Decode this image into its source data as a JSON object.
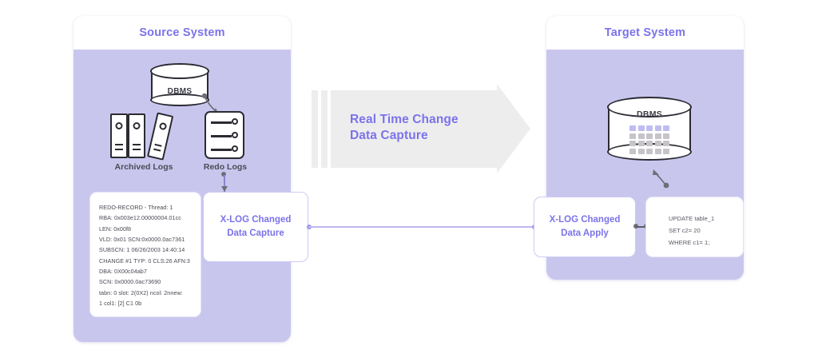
{
  "diagram": {
    "title_accent_color": "#7b73ea",
    "panel_fill_color": "#c9c6ee",
    "arrow_fill_color": "#ededed"
  },
  "source_panel": {
    "title": "Source System",
    "dbms": {
      "label": "DBMS",
      "icon": "database-cylinder-icon"
    },
    "archived_logs": {
      "label": "Archived Logs",
      "icon": "binders-icon"
    },
    "redo_logs": {
      "label": "Redo Logs",
      "icon": "log-list-icon"
    },
    "capture_box": {
      "line1": "X-LOG Changed",
      "line2": "Data Capture"
    },
    "redo_record": {
      "lines": [
        "REDO-RECORD - Thread: 1",
        "RBA: 0x003e12.00000004.01cc",
        "LEN: 0x00f8",
        "VLD: 0x01 SCN:0x0000.0ac7361",
        "SUBSCN: 1 06/26/2003 14:40:14",
        "CHANGE #1 TYP: 0 CLS:26 AFN:3",
        "DBA: 0X00c04ab7",
        "SCN: 0x0000.0ac73690",
        "tabn: 0 slot: 2(0X2) ncol: 2nnew:",
        "1 col1: [2] C1 0b"
      ]
    }
  },
  "center": {
    "arrow_label_line1": "Real Time Change",
    "arrow_label_line2": "Data Capture",
    "arrow_icon": "right-arrow-icon",
    "motion_ticks": 2
  },
  "target_panel": {
    "title": "Target System",
    "dbms": {
      "label": "DBMS",
      "icon": "database-cylinder-grid-icon",
      "grid_columns": 5,
      "grid_rows": 4
    },
    "apply_box": {
      "line1": "X-LOG Changed",
      "line2": "Data Apply"
    },
    "sql_statement": {
      "lines": [
        "UPDATE table_1",
        "SET c2= 20",
        "WHERE c1= 1;"
      ]
    }
  }
}
